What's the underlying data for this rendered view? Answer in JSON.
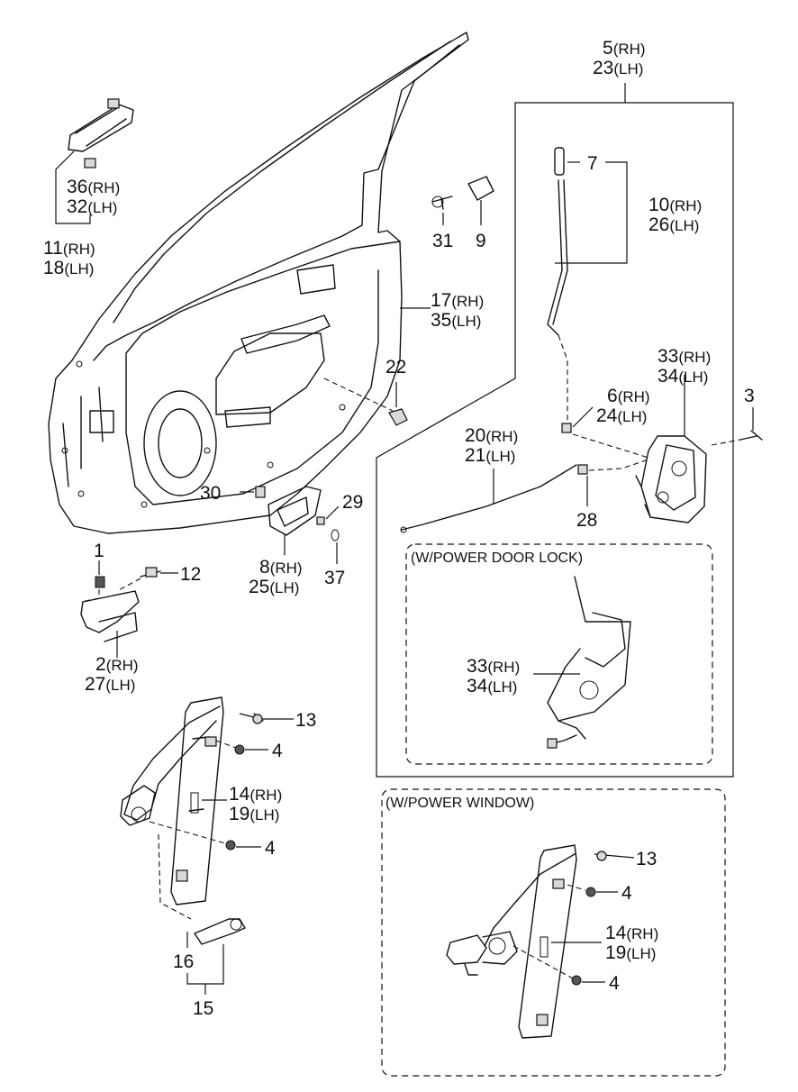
{
  "callouts": {
    "p5": "5",
    "p5_side": "(RH)",
    "p23": "23",
    "p23_side": "(LH)",
    "p7": "7",
    "p10": "10",
    "p10_side": "(RH)",
    "p26": "26",
    "p26_side": "(LH)",
    "p31": "31",
    "p9": "9",
    "p36": "36",
    "p36_side": "(RH)",
    "p32": "32",
    "p32_side": "(LH)",
    "p11": "11",
    "p11_side": "(RH)",
    "p18": "18",
    "p18_side": "(LH)",
    "p17": "17",
    "p17_side": "(RH)",
    "p35": "35",
    "p35_side": "(LH)",
    "p22": "22",
    "p33": "33",
    "p33_side": "(RH)",
    "p34": "34",
    "p34_side": "(LH)",
    "p6": "6",
    "p6_side": "(RH)",
    "p24": "24",
    "p24_side": "(LH)",
    "p3": "3",
    "p20": "20",
    "p20_side": "(RH)",
    "p21": "21",
    "p21_side": "(LH)",
    "p28": "28",
    "p30": "30",
    "p29": "29",
    "p8": "8",
    "p8_side": "(RH)",
    "p25": "25",
    "p25_side": "(LH)",
    "p37": "37",
    "p1": "1",
    "p12": "12",
    "p2": "2",
    "p2_side": "(RH)",
    "p27": "27",
    "p27_side": "(LH)",
    "pl33": "33",
    "pl33_side": "(RH)",
    "pl34": "34",
    "pl34_side": "(LH)",
    "p13": "13",
    "p4a": "4",
    "p4b": "4",
    "p14": "14",
    "p14_side": "(RH)",
    "p19": "19",
    "p19_side": "(LH)",
    "p16": "16",
    "p15": "15",
    "pw13": "13",
    "pw4a": "4",
    "pw4b": "4",
    "pw14": "14",
    "pw14_side": "(RH)",
    "pw19": "19",
    "pw19_side": "(LH)"
  },
  "sections": {
    "power_door_lock": "(W/POWER DOOR LOCK)",
    "power_window": "(W/POWER WINDOW)"
  }
}
